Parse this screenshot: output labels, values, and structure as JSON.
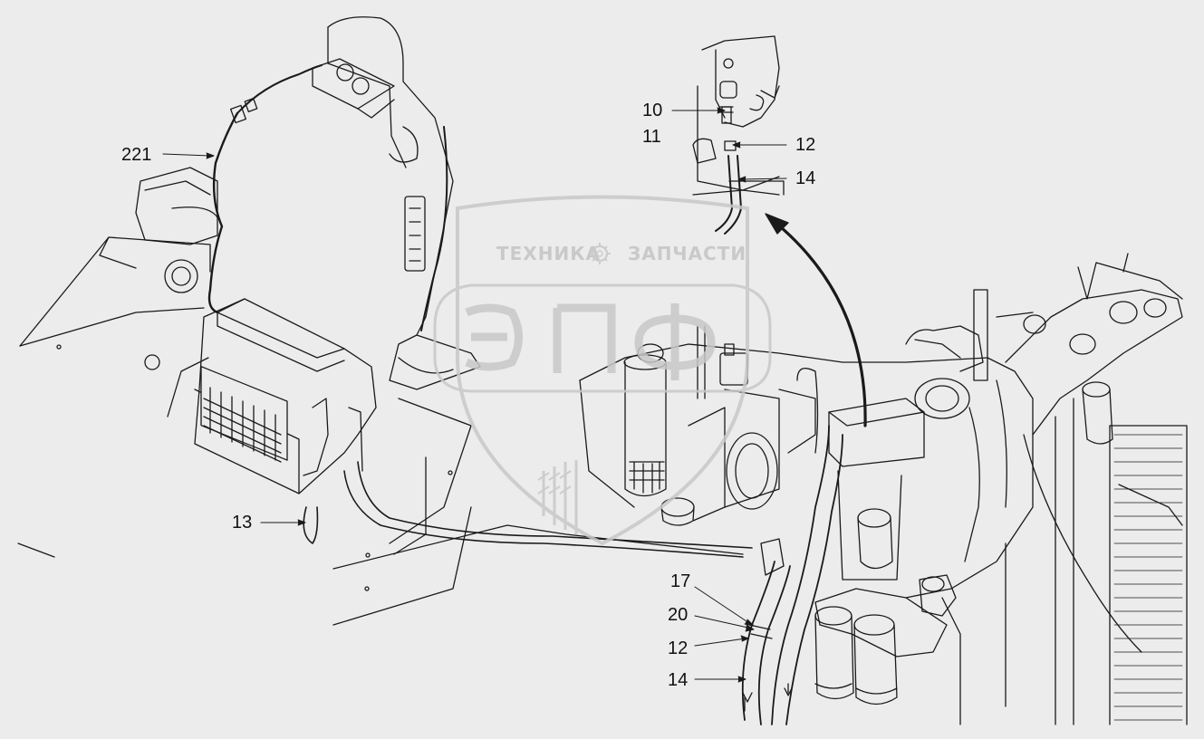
{
  "callouts": {
    "c221": "221",
    "c10": "10",
    "c11": "11",
    "c12_top": "12",
    "c14_top": "14",
    "c13": "13",
    "c17": "17",
    "c20": "20",
    "c12_bottom": "12",
    "c14_bottom": "14"
  },
  "watermark": {
    "left_word": "ТЕХНИКА",
    "right_word": "ЗАПЧАСТИ",
    "logo": "ЭПФ",
    "gear_icon": "gear-icon"
  },
  "colors": {
    "background": "#ececec",
    "line": "#1a1a1a",
    "watermark": "#c8c8c8"
  }
}
